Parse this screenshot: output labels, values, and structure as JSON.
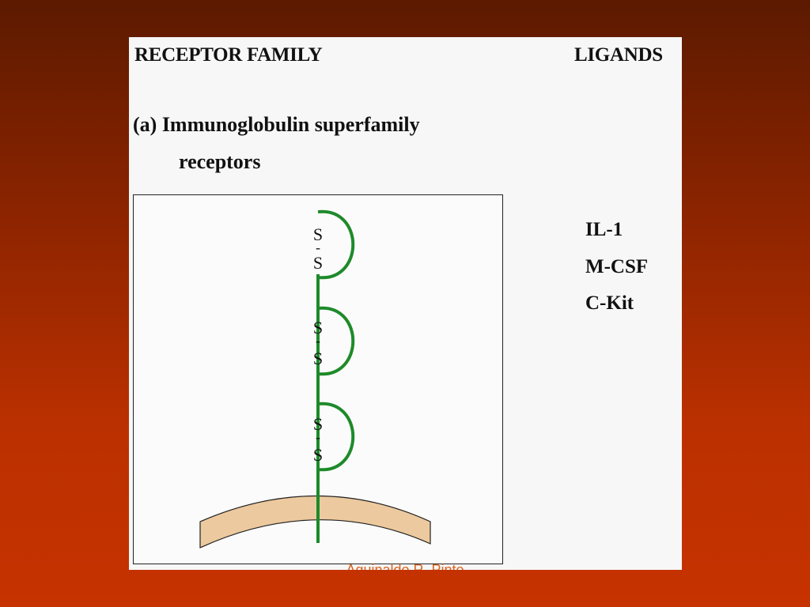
{
  "panel": {
    "header_left": "RECEPTOR FAMILY",
    "header_right": "LIGANDS",
    "subtitle_line1": "(a) Immunoglobulin superfamily",
    "subtitle_line2": "receptors"
  },
  "ligands": [
    "IL-1",
    "M-CSF",
    "C-Kit"
  ],
  "diagram": {
    "disulfide_labels": [
      {
        "top": "S",
        "dash": "-",
        "bottom": "S"
      },
      {
        "top": "S",
        "dash": "-",
        "bottom": "S"
      },
      {
        "top": "S",
        "dash": "-",
        "bottom": "S"
      }
    ],
    "colors": {
      "receptor": "#1e8a2a",
      "membrane": "#ecc99e",
      "membrane_outline": "#222222"
    }
  },
  "footer": {
    "text": "Aguinaldo R. Pinto"
  }
}
